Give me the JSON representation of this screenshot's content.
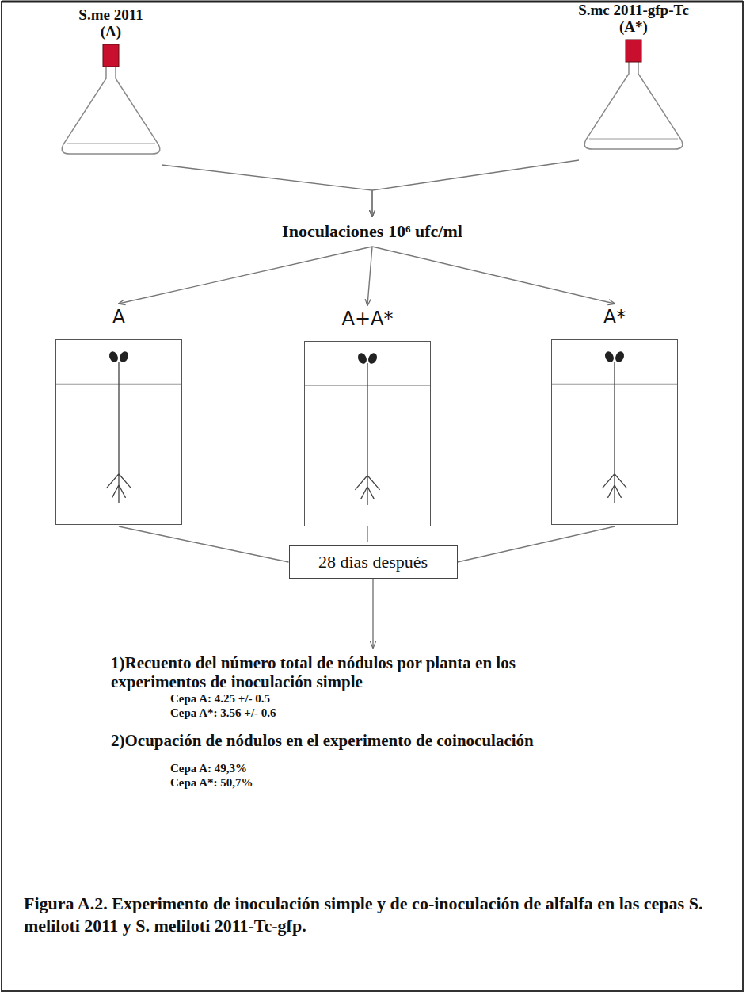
{
  "diagram": {
    "caption": "Figura A.2. Experimento de inoculación simple y de co-inoculación de alfalfa en las cepas S. meliloti 2011 y S. meliloti 2011-Tc-gfp.",
    "nodes": [
      {
        "text": [
          "S.me 2011",
          "(A)"
        ]
      },
      {
        "text": [
          "S.mc 2011-gfp-Tc",
          "(A*)"
        ]
      },
      {
        "text": [
          "Inoculaciones 10⁶ ufc/ml"
        ]
      },
      {
        "text": [
          "A"
        ]
      },
      {
        "text": [
          "A+A*"
        ]
      },
      {
        "text": [
          "A*"
        ]
      },
      {
        "text": [
          "28 dias después"
        ]
      },
      {
        "text": [
          "1)Recuento del número total de nódulos por planta en los experimentos de inoculación simple",
          "Cepa A: 4.25 +/- 0.5",
          "Cepa A*: 3.56 +/- 0.6",
          "2)Ocupación de nódulos en el experimento de coinoculación",
          "Cepa A: 49,3%",
          "Cepa A*: 50,7%"
        ]
      }
    ],
    "edges": [
      {
        "from": 0,
        "to": 2,
        "arrow": "to"
      },
      {
        "from": 1,
        "to": 2,
        "arrow": "to"
      },
      {
        "from": 2,
        "to": 3,
        "arrow": "to"
      },
      {
        "from": 2,
        "to": 4,
        "arrow": "to"
      },
      {
        "from": 2,
        "to": 5,
        "arrow": "to"
      },
      {
        "from": 3,
        "to": 6,
        "arrow": "none"
      },
      {
        "from": 4,
        "to": 6,
        "arrow": "none"
      },
      {
        "from": 5,
        "to": 6,
        "arrow": "none"
      },
      {
        "from": 6,
        "to": 7,
        "arrow": "to"
      }
    ]
  }
}
